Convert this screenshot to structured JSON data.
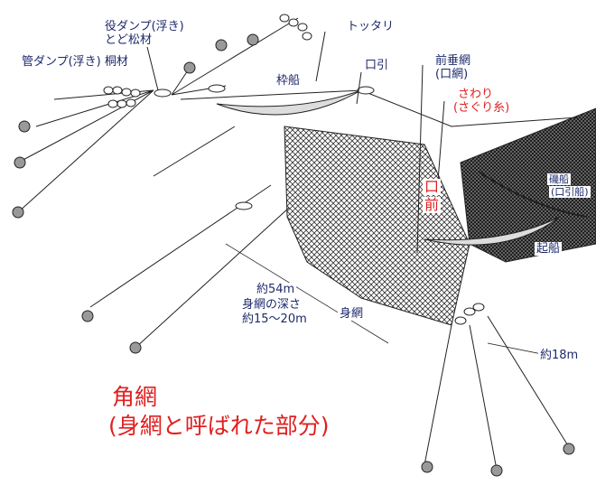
{
  "labels": {
    "yaku_danpu": "役ダンプ(浮き)",
    "todomatsu": "とど松材",
    "kuda_danpu": "管ダンプ(浮き) 桐材",
    "tottari": "トッタリ",
    "wakubune": "枠船",
    "kuchibiki": "口引",
    "maedare": "前垂網",
    "kuchiami": "(口網)",
    "sawari": "さわり",
    "saguri": "(さぐり糸)",
    "kuchi": "口",
    "mae": "前",
    "isobune": "磯船",
    "kuchibikibune": "(口引船)",
    "okoshibune": "起船",
    "length54": "約54m",
    "depth_label": "身網の深さ",
    "depth_value": "約15～20m",
    "mi_ami": "身網",
    "length18": "約18m"
  },
  "title": {
    "line1": "角網",
    "line2": "(身網と呼ばれた部分)"
  },
  "colors": {
    "label": "#1d2a6b",
    "accent": "#e02020",
    "ink": "#222222"
  }
}
